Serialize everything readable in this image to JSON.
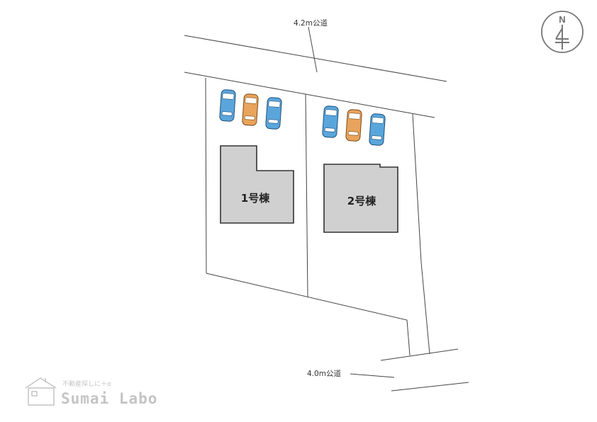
{
  "roads": {
    "north_label": "4.2m公道",
    "south_label": "4.0m公道"
  },
  "buildings": [
    {
      "label": "1号棟"
    },
    {
      "label": "2号棟"
    }
  ],
  "compass": {
    "letter": "N",
    "icon": "north-arrow-icon"
  },
  "logo": {
    "tagline": "不動産探しに＋α",
    "name": "Sumai Labo",
    "icon": "house-outline-icon"
  },
  "colors": {
    "line": "#444444",
    "building_fill": "#d0d0d0",
    "building_stroke": "#333333",
    "car_blue": "#5aa6dc",
    "car_orange": "#e8a35c",
    "compass": "#777777",
    "logo": "#c4c4c4"
  }
}
